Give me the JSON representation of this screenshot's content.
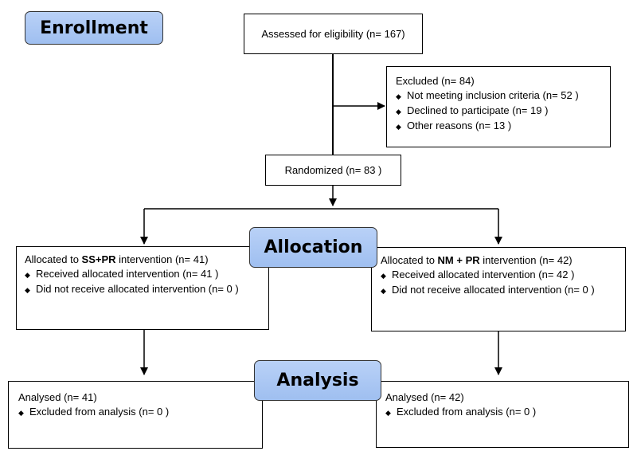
{
  "stages": {
    "enrollment": "Enrollment",
    "allocation": "Allocation",
    "analysis": "Analysis"
  },
  "assessed": {
    "text": "Assessed for eligibility (n= 167)"
  },
  "excluded": {
    "title": "Excluded (n= 84)",
    "items": [
      "Not meeting inclusion criteria (n= 52  )",
      "Declined to participate (n= 19 )",
      "Other reasons (n= 13  )"
    ]
  },
  "randomized": {
    "text": "Randomized (n= 83  )"
  },
  "allocation_left": {
    "prefix": "Allocated to ",
    "group": "SS+PR",
    "suffix": " intervention (n= 41)",
    "items": [
      "Received allocated intervention (n= 41 )",
      "Did not receive allocated intervention (n= 0 )"
    ]
  },
  "allocation_right": {
    "prefix": "Allocated to ",
    "group": "NM + PR",
    "suffix": " intervention (n= 42)",
    "items": [
      "Received allocated intervention (n= 42 )",
      "Did not receive allocated intervention (n= 0 )"
    ]
  },
  "analysis_left": {
    "title": "Analysed (n= 41)",
    "items": [
      "Excluded from analysis (n= 0 )"
    ]
  },
  "analysis_right": {
    "title": "Analysed (n= 42)",
    "items": [
      "Excluded from analysis (n= 0 )"
    ]
  },
  "bullet_glyph": "◆"
}
